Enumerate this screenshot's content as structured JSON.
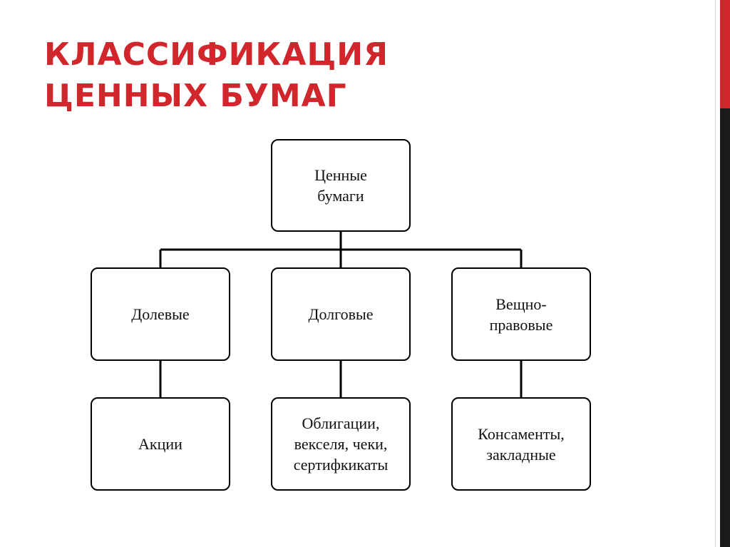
{
  "title": {
    "line1": "КЛАССИФИКАЦИЯ",
    "line2": "ЦЕННЫХ БУМАГ"
  },
  "colors": {
    "accent": "#d0262c",
    "text": "#111111",
    "border": "#000000"
  },
  "diagram": {
    "root": "Ценные\nбумаги",
    "categories": [
      {
        "label": "Долевые",
        "example": "Акции"
      },
      {
        "label": "Долговые",
        "example": "Облигации,\nвекселя, чеки,\nсертифкикаты"
      },
      {
        "label": "Вещно-\nправовые",
        "example": "Консаменты,\nзакладные"
      }
    ]
  }
}
